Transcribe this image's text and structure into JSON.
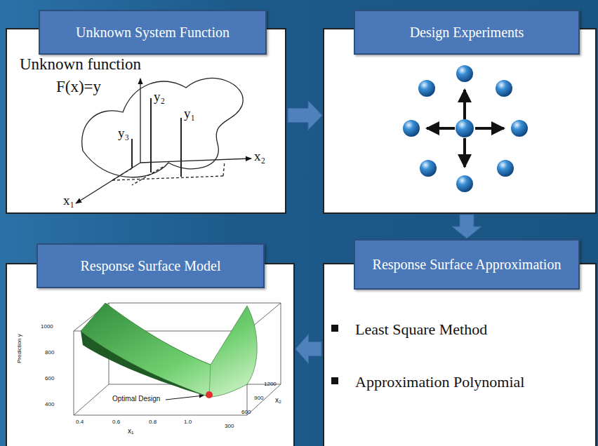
{
  "diagram": {
    "nodes": [
      {
        "text": [
          "Unknown System Function"
        ]
      },
      {
        "text": [
          "Design Experiments"
        ]
      },
      {
        "text": [
          "Response Surface Model"
        ]
      },
      {
        "text": [
          "Response Surface Approximation",
          "Least Square Method",
          "Approximation Polynomial"
        ]
      }
    ],
    "edges": [
      {
        "from": 0,
        "to": 1,
        "arrow": "to"
      },
      {
        "from": 1,
        "to": 3,
        "arrow": "to"
      },
      {
        "from": 3,
        "to": 2,
        "arrow": "to"
      }
    ],
    "labels": [
      "Unknown function",
      "F(x)=y",
      "y₂",
      "y₁",
      "y₃",
      "x₂",
      "x₁",
      "1000",
      "800",
      "600",
      "400",
      "Prediction y",
      "0.4",
      "0.6",
      "0.8",
      "1.0",
      "x₁",
      "300",
      "600",
      "900",
      "1200",
      "x₂",
      "Optimal Design"
    ]
  }
}
